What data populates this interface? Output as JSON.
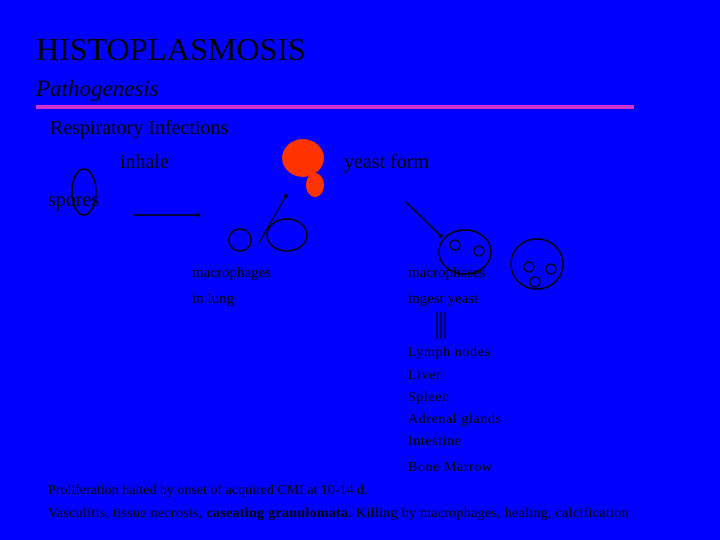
{
  "slide": {
    "title": "HISTOPLASMOSIS",
    "subtitle": "Pathogenesis",
    "heading": "Respiratory Infections",
    "inhale": "inhale",
    "yeast_form": "yeast form",
    "spores": "spores",
    "macrophages_lung": [
      "macrophages",
      "in lung"
    ],
    "macrophages_ingest": [
      "macrophases",
      "ingest yeast"
    ],
    "spread_sites": [
      "Lymph nodes",
      "Liver",
      "Spleen",
      "Adrenal glands",
      "Intestine",
      "Bone Marrow"
    ],
    "footer_line1": "Proliferation halted by onset of acquired CMI at 10-14 d.",
    "footer_line2_a": "Vasculitis, tissue necrosis, ",
    "footer_line2_bold": "caseating granulomata",
    "footer_line2_b": ". Killing by macrophages, healing, calcification"
  },
  "colors": {
    "background": "#0000ff",
    "divider": "#cc33cc",
    "yeast": "#ff3300"
  }
}
